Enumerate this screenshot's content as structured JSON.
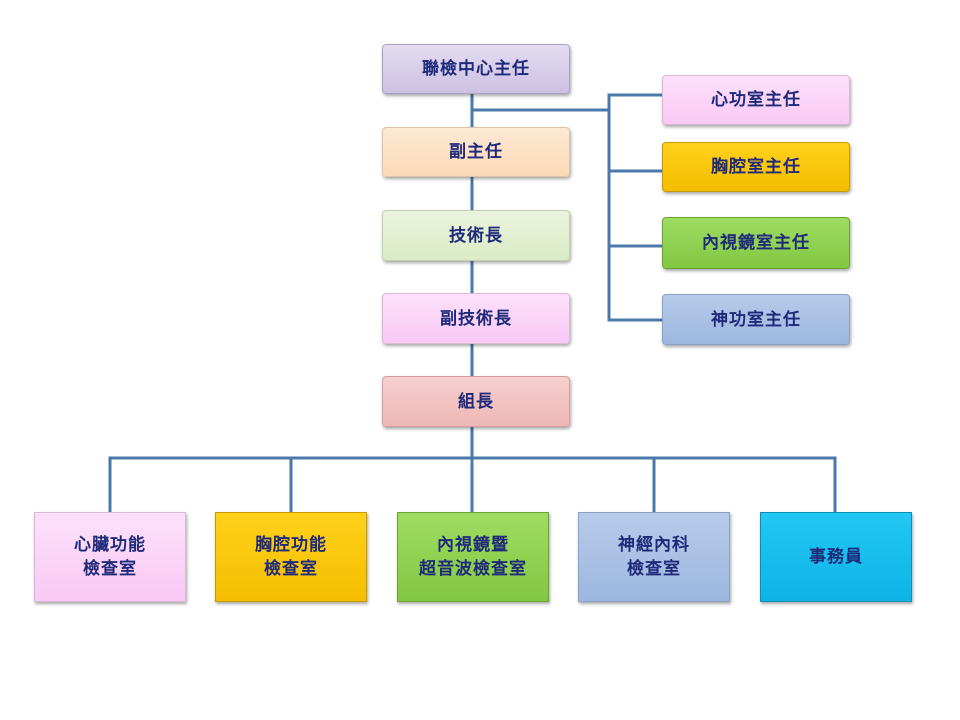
{
  "chart": {
    "main_chain": [
      "聯檢中心主任",
      "副主任",
      "技術長",
      "副技術長",
      "組長"
    ],
    "room_heads": [
      "心功室主任",
      "胸腔室主任",
      "內視鏡室主任",
      "神功室主任"
    ],
    "units": [
      "心臟功能\n檢查室",
      "胸腔功能\n檢查室",
      "內視鏡暨\n超音波檢查室",
      "神經內科\n檢查室",
      "事務員"
    ]
  },
  "colors": {
    "connector": "#4a78a8",
    "lavender": "#cdc1e3",
    "peach": "#fbd9b6",
    "light_green": "#dbebc5",
    "pink": "#f8c9f5",
    "rose": "#eeb7b5",
    "yellow": "#f5bd00",
    "green": "#82c742",
    "blue": "#9db7df",
    "cyan": "#0db4e6",
    "text": "#1f2a7a"
  }
}
